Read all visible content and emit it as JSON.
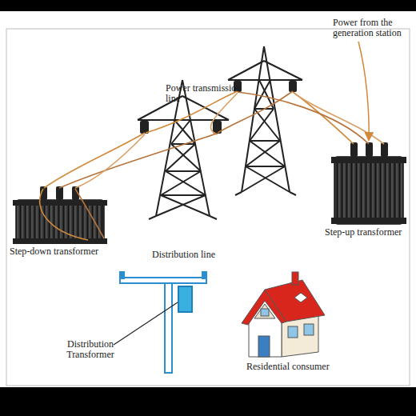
{
  "diagram": {
    "labels": [
      "Power from the generation station",
      "Power transmission line",
      "Step-up transformer",
      "Step-down transformer",
      "Distribution line",
      "Distribution Transformer",
      "Residential consumer"
    ]
  }
}
